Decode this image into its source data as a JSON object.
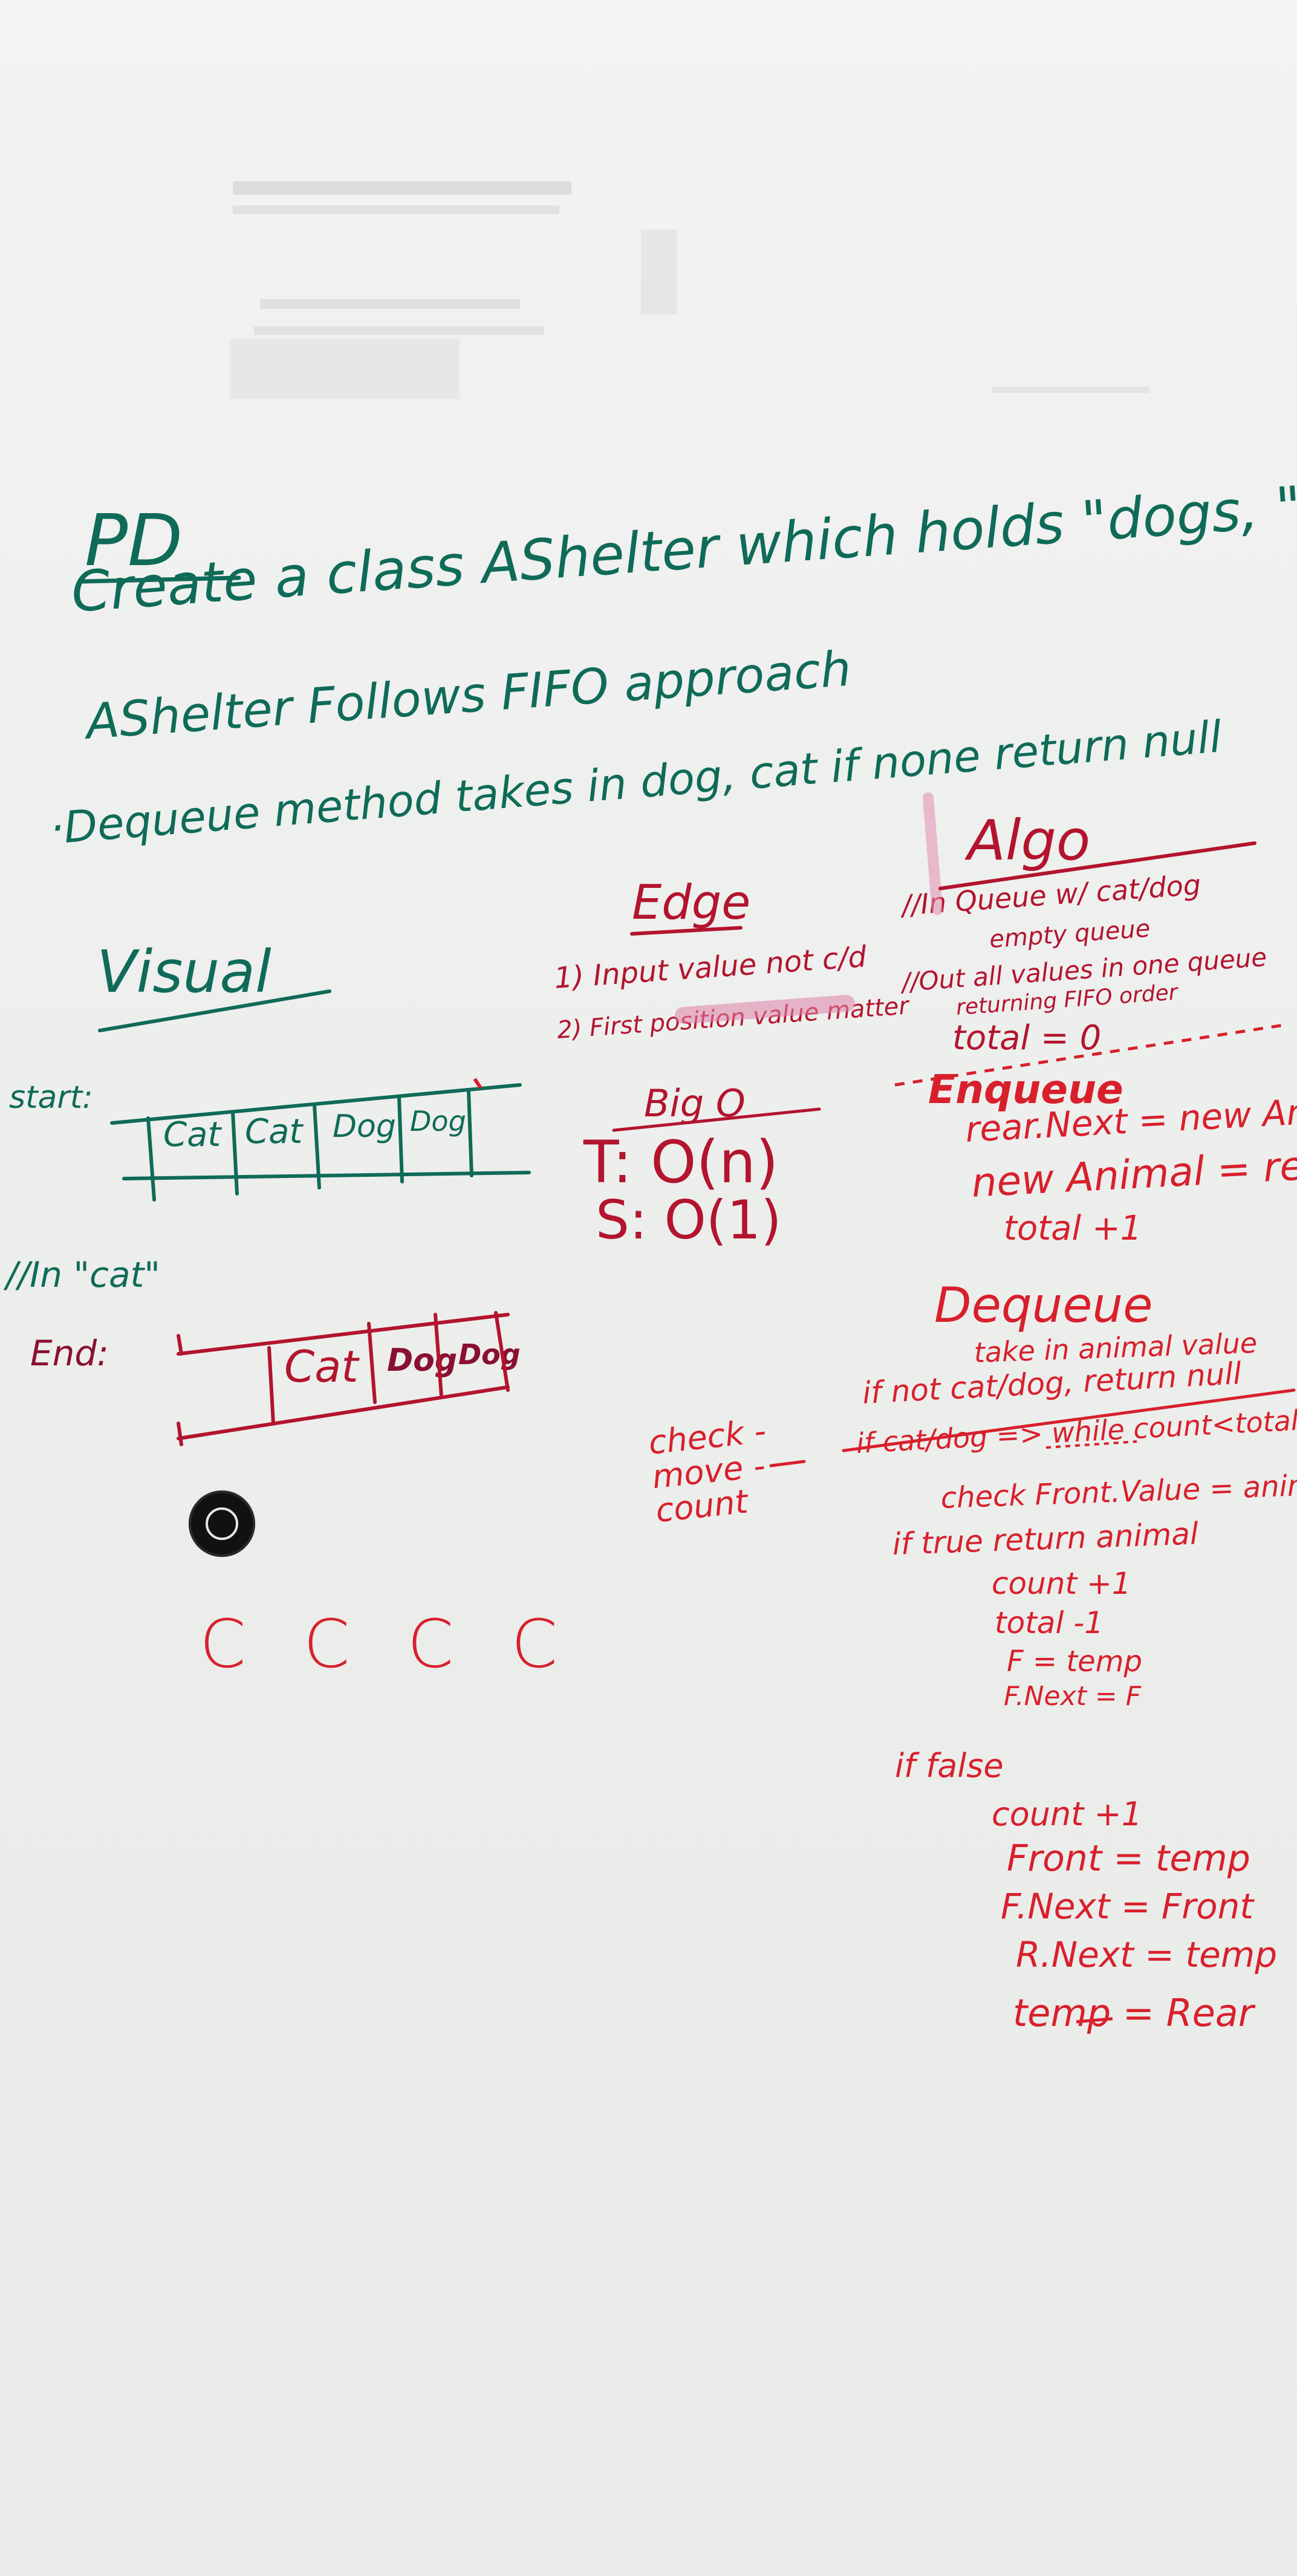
{
  "problem": {
    "heading": "PD",
    "line1": "Create a class AShelter which holds \"dogs, \"cats\"",
    "line2": "AShelter Follows FIFO approach",
    "line3": "·Dequeue method takes in dog, cat if none return null"
  },
  "visual": {
    "heading": "Visual",
    "start_label": "start:",
    "start_cells": [
      "Cat",
      "Cat",
      "Dog",
      "Dog"
    ],
    "in_label": "//In \"cat\"",
    "end_label": "End:",
    "end_cells": [
      "Cat",
      "Dog",
      "Dog"
    ],
    "doodle": "C C C C"
  },
  "edge": {
    "heading": "Edge",
    "items": [
      "1) Input value not c/d",
      "2) First position value matter"
    ]
  },
  "bigo": {
    "heading": "Big O",
    "time": "T: O(n)",
    "space": "S: O(1)"
  },
  "check_note": "check - move - count",
  "algo": {
    "heading": "Algo",
    "in_line1": "//In Queue w/ cat/dog",
    "in_line2": "empty queue",
    "out_line1": "//Out all values in one queue",
    "out_line2": "returning FIFO order",
    "total_init": "total = 0",
    "enqueue": {
      "heading": "Enqueue",
      "lines": [
        "rear.Next = new Animal",
        "new Animal = rear",
        "total +1"
      ]
    },
    "dequeue": {
      "heading": "Dequeue",
      "lines": [
        "take in animal value",
        "if not cat/dog, return null",
        "if cat/dog => while count<total",
        "check Front.Value = animal",
        "if true return animal",
        "count +1",
        "total -1",
        "F = temp",
        "F.Next = F",
        "if false",
        "count +1",
        "Front = temp",
        "F.Next = Front",
        "R.Next = temp",
        "temp = Rear"
      ]
    }
  },
  "colors": {
    "green_marker": "#0f6b58",
    "red_marker": "#d8202c",
    "crimson_marker": "#b3142e",
    "board": "#eef0ee"
  }
}
